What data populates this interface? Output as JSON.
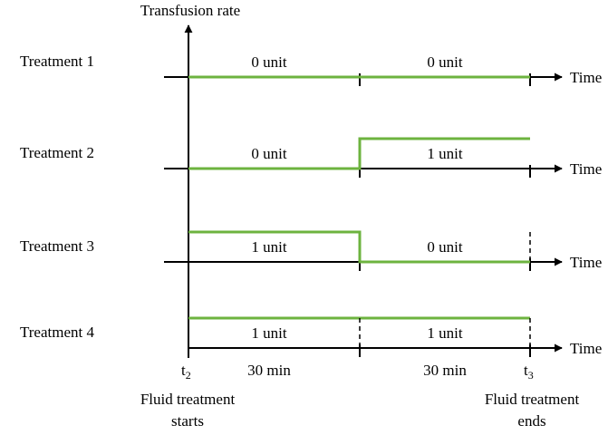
{
  "y_axis_label": "Transfusion rate",
  "time_label": "Time",
  "colors": {
    "rate_line": "#6db33f",
    "axis": "#000000"
  },
  "treatments": [
    {
      "name": "Treatment 1",
      "period1": "0 unit",
      "period2": "0 unit",
      "rate": [
        0,
        0
      ]
    },
    {
      "name": "Treatment 2",
      "period1": "0 unit",
      "period2": "1 unit",
      "rate": [
        0,
        1
      ]
    },
    {
      "name": "Treatment 3",
      "period1": "1 unit",
      "period2": "0 unit",
      "rate": [
        1,
        0
      ]
    },
    {
      "name": "Treatment 4",
      "period1": "1 unit",
      "period2": "1 unit",
      "rate": [
        1,
        1
      ]
    }
  ],
  "t_start": {
    "base": "t",
    "sub": "2"
  },
  "t_end": {
    "base": "t",
    "sub": "3"
  },
  "durations": [
    "30 min",
    "30 min"
  ],
  "start_caption": [
    "Fluid treatment",
    "starts"
  ],
  "end_caption": [
    "Fluid treatment",
    "ends"
  ]
}
